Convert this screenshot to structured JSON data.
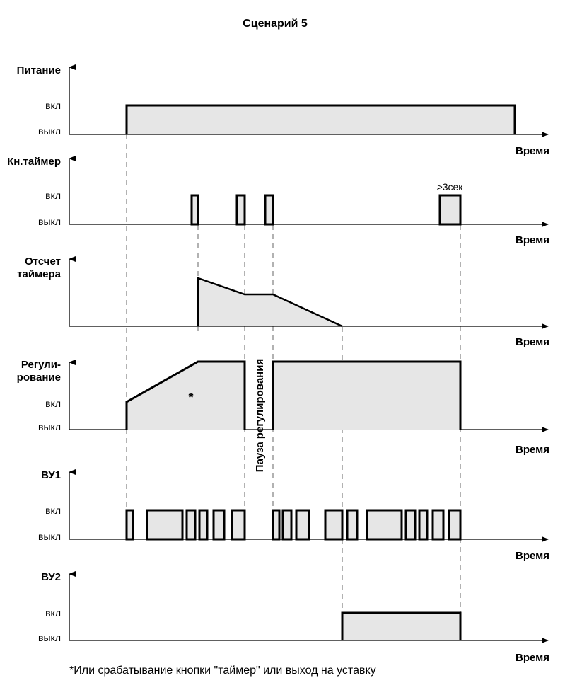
{
  "title": "Сценарий 5",
  "x_axis_label": "Время",
  "level_on": "вкл",
  "level_off": "выкл",
  "channels": {
    "power": {
      "label": "Питание"
    },
    "button": {
      "label": "Кн.таймер",
      "annotation": ">3сек"
    },
    "timer": {
      "label_line1": "Отсчет",
      "label_line2": "таймера"
    },
    "regulation": {
      "label_line1": "Регули-",
      "label_line2": "рование",
      "marker": "*"
    },
    "vu1": {
      "label": "ВУ1"
    },
    "vu2": {
      "label": "ВУ2"
    }
  },
  "pause_label": "Пауза регулирования",
  "footnote": "*Или срабатывание кнопки \"таймер\" или выход на уставку"
}
